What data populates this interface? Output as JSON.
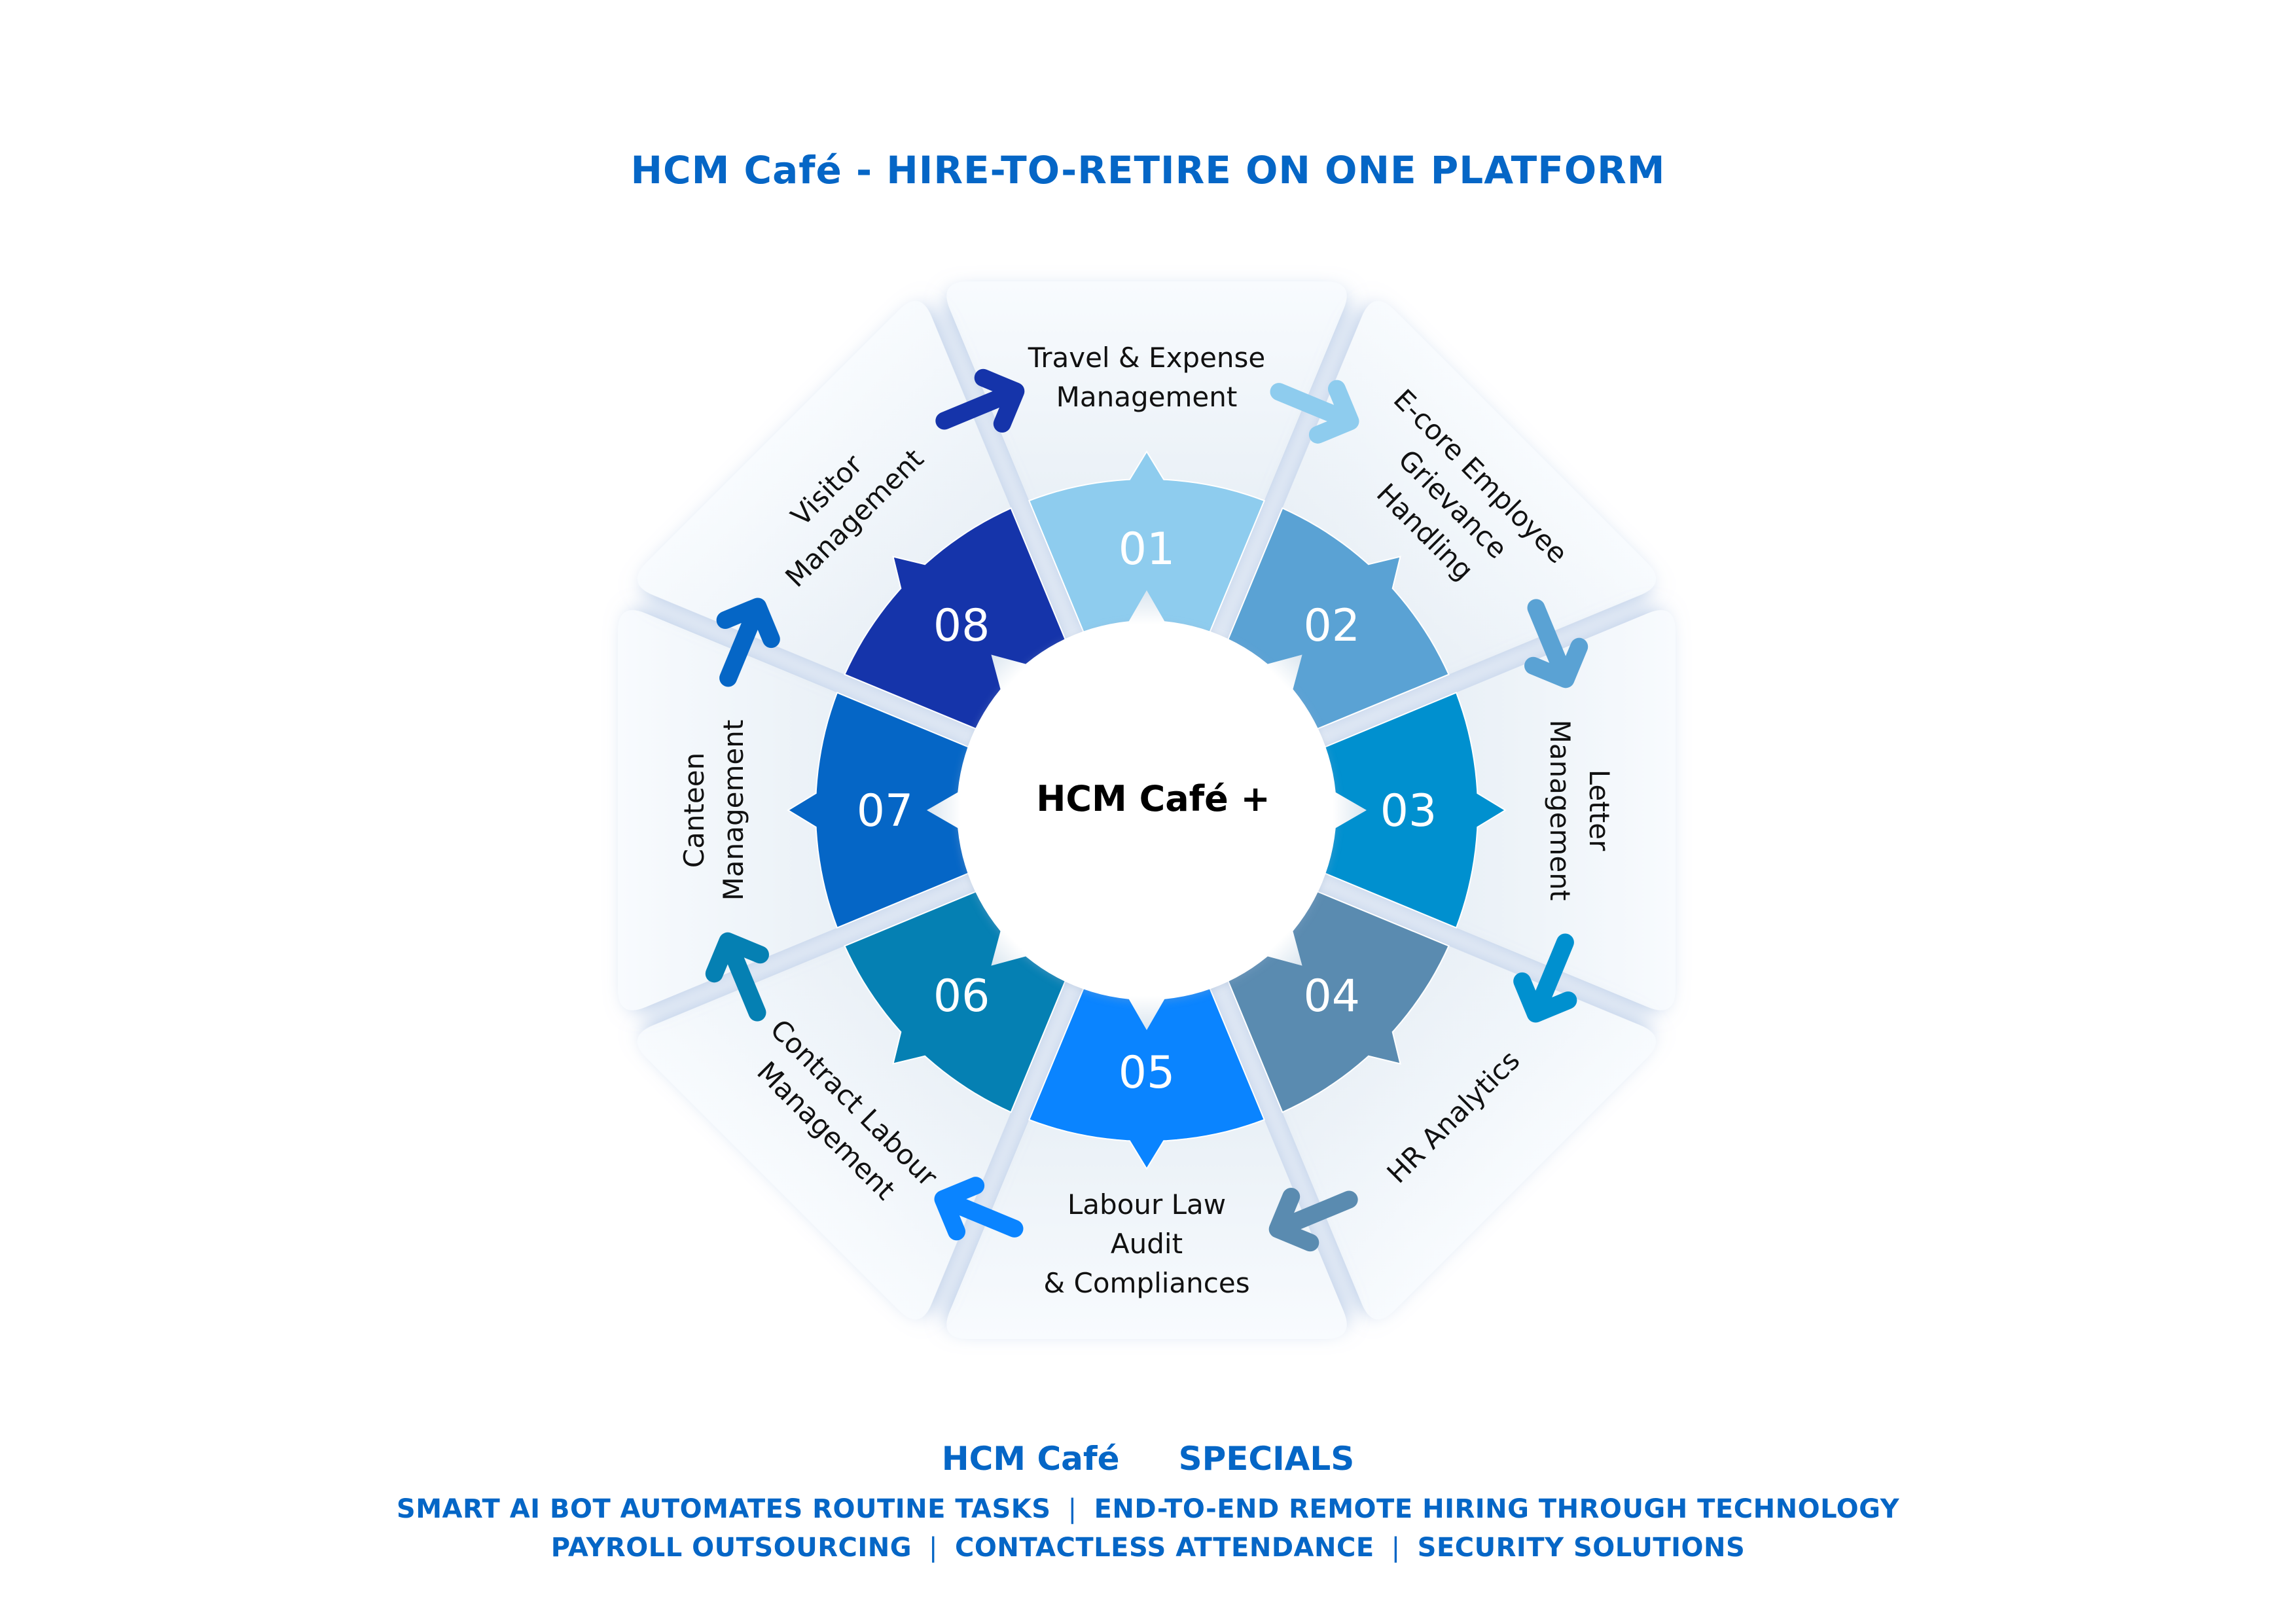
{
  "title": "HCM Café - HIRE-TO-RETIRE ON ONE PLATFORM",
  "center": {
    "label": "HCM Café +"
  },
  "modules": [
    {
      "number": "01",
      "lines": [
        "Travel & Expense",
        "Management"
      ],
      "color": "#8ECCEE"
    },
    {
      "number": "02",
      "lines": [
        "E-core Employee",
        "Grievance",
        "Handling"
      ],
      "color": "#5AA2D4"
    },
    {
      "number": "03",
      "lines": [
        "Letter",
        "Management"
      ],
      "color": "#0090CF"
    },
    {
      "number": "04",
      "lines": [
        "HR Analytics"
      ],
      "color": "#5A8BB0"
    },
    {
      "number": "05",
      "lines": [
        "Labour Law",
        "Audit",
        "& Compliances"
      ],
      "color": "#0A84FF"
    },
    {
      "number": "06",
      "lines": [
        "Contract Labour",
        "Management"
      ],
      "color": "#0580B3"
    },
    {
      "number": "07",
      "lines": [
        "Canteen",
        "Management"
      ],
      "color": "#0566C6"
    },
    {
      "number": "08",
      "lines": [
        "Visitor",
        "Management"
      ],
      "color": "#1534AA"
    }
  ],
  "specials": {
    "brand": "HCM Café",
    "heading": "SPECIALS",
    "line1": [
      "SMART AI BOT AUTOMATES ROUTINE TASKS",
      "END-TO-END REMOTE HIRING THROUGH TECHNOLOGY"
    ],
    "line2": [
      "PAYROLL OUTSOURCING",
      "CONTACTLESS ATTENDANCE",
      "SECURITY SOLUTIONS"
    ],
    "separator": "|"
  },
  "colors": {
    "accent": "#0566C6",
    "panel_outer": "#F8FBFE",
    "panel_inner": "#E1EAF2",
    "shadow": "#9FB9DE"
  }
}
